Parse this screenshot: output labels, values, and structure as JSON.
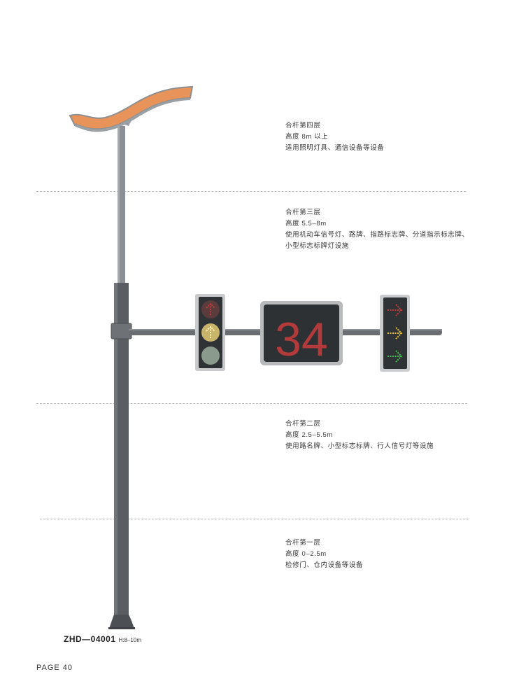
{
  "layers": [
    {
      "title": "合杆第四层",
      "lines": [
        "高度 8m 以上",
        "适用照明灯具、通信设备等设备"
      ]
    },
    {
      "title": "合杆第三层",
      "lines": [
        "高度 5.5–8m",
        "使用机动车信号灯、路牌、指路标志牌、分道指示标志牌、",
        "小型标志标牌灯设施"
      ]
    },
    {
      "title": "合杆第二层",
      "lines": [
        "高度 2.5–5.5m",
        "使用路名牌、小型标志标牌、行人信号灯等设施"
      ]
    },
    {
      "title": "合杆第一层",
      "lines": [
        "高度 0–2.5m",
        "检修门、仓内设备等设备"
      ]
    }
  ],
  "countdown": {
    "value": "34"
  },
  "product": {
    "code": "ZHD—04001",
    "height": "H:8–10m"
  },
  "page": {
    "label": "PAGE 40"
  },
  "colors": {
    "lamp_arm": "#e8935a",
    "pole": "#5a5e62",
    "signal_red": "#c23b3b",
    "signal_yellow": "#e8c432",
    "signal_green": "#3fbf4f"
  }
}
